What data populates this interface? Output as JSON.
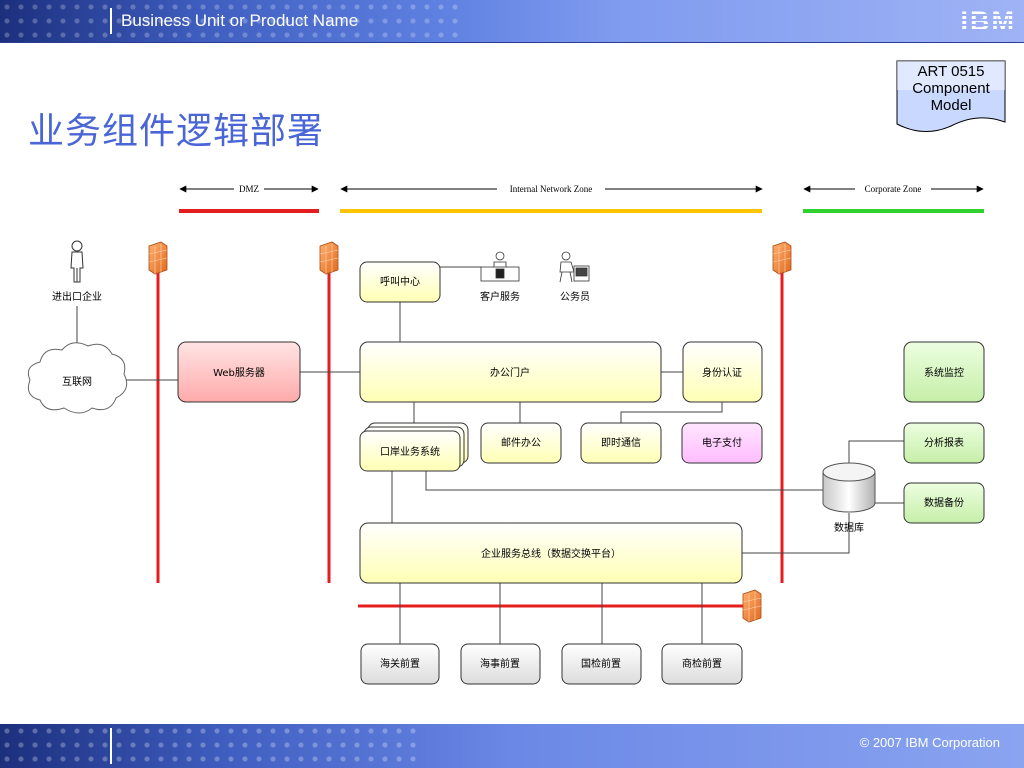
{
  "header": {
    "brand": "Business Unit or Product Name",
    "logo": "IBM"
  },
  "footer": {
    "copyright": "© 2007 IBM Corporation"
  },
  "title": "业务组件逻辑部署",
  "doc_tag": {
    "line1": "ART 0515",
    "line2": "Component",
    "line3": "Model"
  },
  "zones": {
    "dmz": "DMZ",
    "internal": "Internal Network Zone",
    "corporate": "Corporate Zone"
  },
  "colors": {
    "dmz": "#e41e1e",
    "internal": "#ffc400",
    "corporate": "#2fd02f",
    "box_yellow": "#ffffc4",
    "box_green": "#d3f5b9",
    "box_red": "#ffc6c6",
    "box_pink": "#ffccff",
    "box_gray": "#f0f0f0",
    "firewall": "#f08a3c"
  },
  "actors": {
    "enterprise": "进出口企业",
    "internet": "互联网",
    "customer_service": "客户服务",
    "civil_servant": "公务员",
    "database": "数据库"
  },
  "nodes": {
    "call_center": "呼叫中心",
    "web_server": "Web服务器",
    "office_portal": "办公门户",
    "auth": "身份认证",
    "port_system": "口岸业务系统",
    "mail": "邮件办公",
    "im": "即时通信",
    "epay": "电子支付",
    "sys_monitor": "系统监控",
    "report": "分析报表",
    "backup": "数据备份",
    "esb": "企业服务总线（数据交换平台）",
    "customs": "海关前置",
    "maritime": "海事前置",
    "inspection": "国检前置",
    "commerce": "商检前置"
  }
}
